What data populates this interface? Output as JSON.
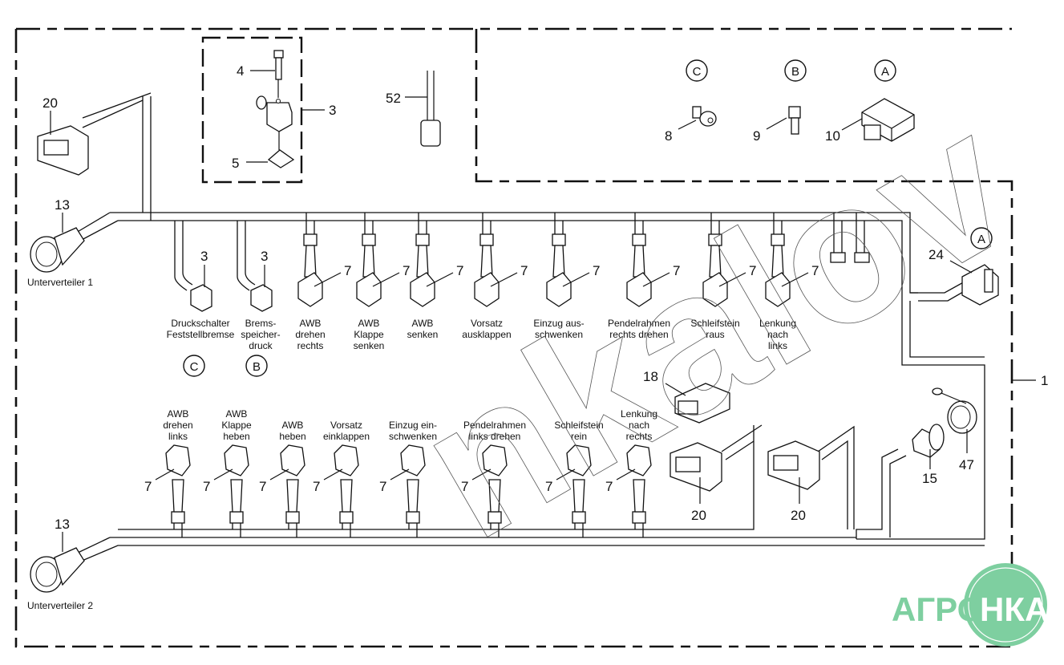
{
  "diagram": {
    "title": "Kabelbaum Unterverteiler",
    "assembly_callout": "1",
    "kit_box": {
      "callout_assembly": "3",
      "callout_bolt": "4",
      "callout_seal": "5"
    },
    "loose_parts": [
      {
        "callout": "52",
        "name": "cable-gland"
      },
      {
        "callout": "8",
        "name": "pressure-switch",
        "variant": "C"
      },
      {
        "callout": "9",
        "name": "pressure-sensor",
        "variant": "B"
      },
      {
        "callout": "10",
        "name": "control-module",
        "variant": "A"
      }
    ],
    "upper_harness": {
      "connector_20": "20",
      "connector_13": "13",
      "connector_13_label": "Unterverteiler 1",
      "valve_plugs": [
        {
          "callout": "3",
          "label": "Druckschalter\nFeststellbremse",
          "variant": "C"
        },
        {
          "callout": "3",
          "label": "Brems-\nspeicher-\ndruck",
          "variant": "B"
        }
      ],
      "plugs": [
        {
          "callout": "7",
          "label": "AWB\ndrehen\nrechts"
        },
        {
          "callout": "7",
          "label": "AWB\nKlappe\nsenken"
        },
        {
          "callout": "7",
          "label": "AWB\nsenken"
        },
        {
          "callout": "7",
          "label": "Vorsatz\nausklappen"
        },
        {
          "callout": "7",
          "label": "Einzug aus-\nschwenken"
        },
        {
          "callout": "7",
          "label": "Pendelrahmen\nrechts drehen"
        },
        {
          "callout": "7",
          "label": "Schleifstein\nraus"
        },
        {
          "callout": "7",
          "label": "Lenkung\nnach\nlinks"
        }
      ],
      "connector_24": "24",
      "connector_24_variant": "A"
    },
    "lower_harness": {
      "connector_13": "13",
      "connector_13_label": "Unterverteiler 2",
      "plugs": [
        {
          "callout": "7",
          "label": "AWB\ndrehen\nlinks"
        },
        {
          "callout": "7",
          "label": "AWB\nKlappe\nheben"
        },
        {
          "callout": "7",
          "label": "AWB\nheben"
        },
        {
          "callout": "7",
          "label": "Vorsatz\neinklappen"
        },
        {
          "callout": "7",
          "label": "Einzug ein-\nschwenken"
        },
        {
          "callout": "7",
          "label": "Pendelrahmen\nlinks drehen"
        },
        {
          "callout": "7",
          "label": "Schleifstein\nrein"
        },
        {
          "callout": "7",
          "label": "Lenkung\nnach\nrechts"
        }
      ],
      "connector_18": "18",
      "connector_20a": "20",
      "connector_20b": "20",
      "connector_15": "15",
      "cap_47": "47"
    },
    "watermark_text": "nkalov",
    "logo": {
      "text_left": "АГРО",
      "text_right": "НКА",
      "color": "#7ecfa0"
    }
  }
}
